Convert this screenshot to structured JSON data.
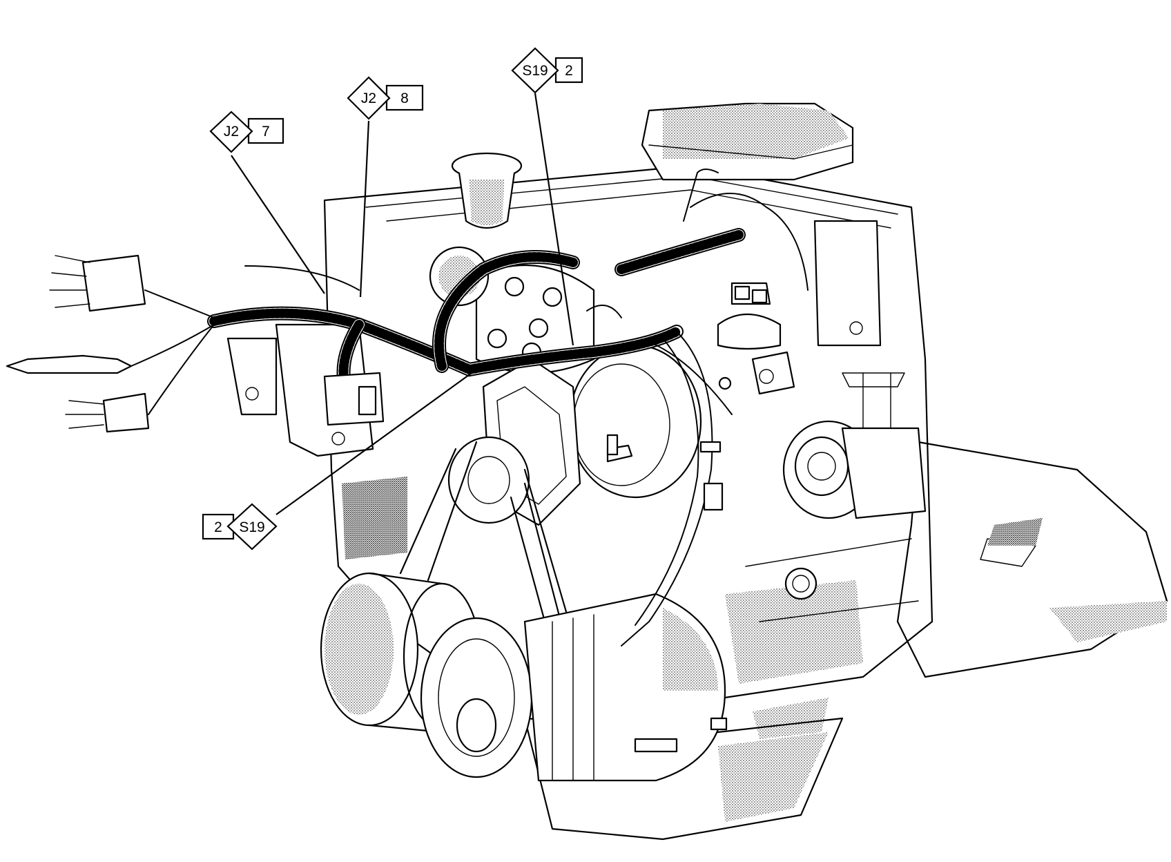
{
  "callouts": [
    {
      "id": "j2-7",
      "connector": "J2",
      "pin": "7"
    },
    {
      "id": "j2-8",
      "connector": "J2",
      "pin": "8"
    },
    {
      "id": "s19-2-top",
      "connector": "S19",
      "pin": "2"
    },
    {
      "id": "s19-2-left",
      "connector": "S19",
      "pin": "2"
    }
  ]
}
